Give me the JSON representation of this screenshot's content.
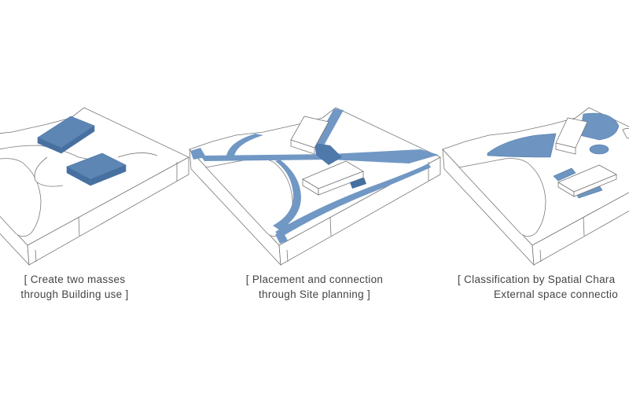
{
  "colors": {
    "mass": "#5d86b4",
    "mass_dark": "#46709f",
    "path": "#7198c4",
    "line": "#777777"
  },
  "panels": [
    {
      "caption_line1": "[ Create two masses",
      "caption_line2": "through Building use ]"
    },
    {
      "caption_line1": "[ Placement and connection",
      "caption_line2": "through Site planning ]"
    },
    {
      "caption_line1": "[ Classification by Spatial Chara",
      "caption_line2": "External space connectio"
    }
  ]
}
